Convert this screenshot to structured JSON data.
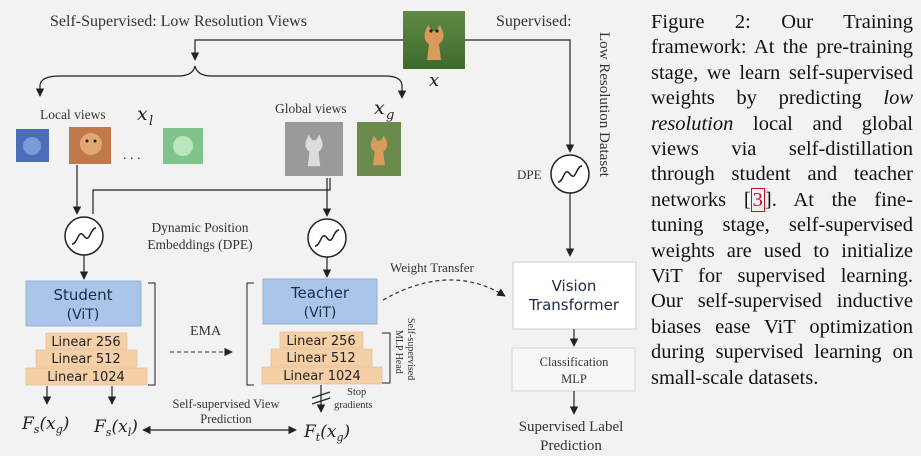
{
  "diagram": {
    "header_left": "Self-Supervised: Low Resolution Views",
    "header_right": "Supervised:",
    "input_symbol": "x",
    "side_label": "Low Resolution Dataset",
    "local_views": {
      "label": "Local views",
      "symbol": "x",
      "subscript": "l",
      "ellipsis": ". . ."
    },
    "global_views": {
      "label": "Global views",
      "symbol": "x",
      "subscript": "g"
    },
    "dpe_label_line1": "Dynamic Position",
    "dpe_label_line2": "Embeddings (DPE)",
    "dpe_small": "DPE",
    "student": {
      "title": "Student",
      "sub": "(ViT)"
    },
    "teacher": {
      "title": "Teacher",
      "sub": "(ViT)"
    },
    "linear_layers": [
      "Linear 256",
      "Linear 512",
      "Linear 1024"
    ],
    "ema": "EMA",
    "mlp_head_line1": "Self-supervised",
    "mlp_head_line2": "MLP Head",
    "stop_line1": "Stop",
    "stop_line2": "gradients",
    "ssvp_line1": "Self-supervised View",
    "ssvp_line2": "Prediction",
    "weight_transfer": "Weight Transfer",
    "vit_line1": "Vision",
    "vit_line2": "Transformer",
    "cls_line1": "Classification",
    "cls_line2": "MLP",
    "slp_line1": "Supervised Label",
    "slp_line2": "Prediction",
    "out_fs_g": {
      "f": "F",
      "sub": "s",
      "arg": "(x",
      "argsub": "g",
      "close": ")"
    },
    "out_fs_l": {
      "f": "F",
      "sub": "s",
      "arg": "(x",
      "argsub": "l",
      "close": ")"
    },
    "out_ft_g": {
      "f": "F",
      "sub": "t",
      "arg": "(x",
      "argsub": "g",
      "close": ")"
    }
  },
  "caption": {
    "p1": "Figure 2:  Our Training framework:  At the pre-training stage, we learn self-supervised weights by predicting ",
    "em": "low resolution",
    "p2": " local and global views via self-distillation through student and teacher networks [",
    "ref": "3",
    "p3": "]. At the fine-tuning stage, self-supervised weights are used to initialize ViT for supervised learning.  Our self-supervised inductive biases ease ViT optimization during supervised learning on small-scale datasets."
  },
  "colors": {
    "vit_blue": "#a9c6ea",
    "linear_orange": "#f5cfa6",
    "white_box": "#ffffff",
    "ref_red": "#c0102a"
  },
  "icons": [
    "cat-photo-input",
    "cat-crop-local-blue",
    "cat-crop-local-orange",
    "cat-crop-local-green",
    "cat-crop-global-gray",
    "cat-crop-global-color",
    "dpe-icon"
  ]
}
